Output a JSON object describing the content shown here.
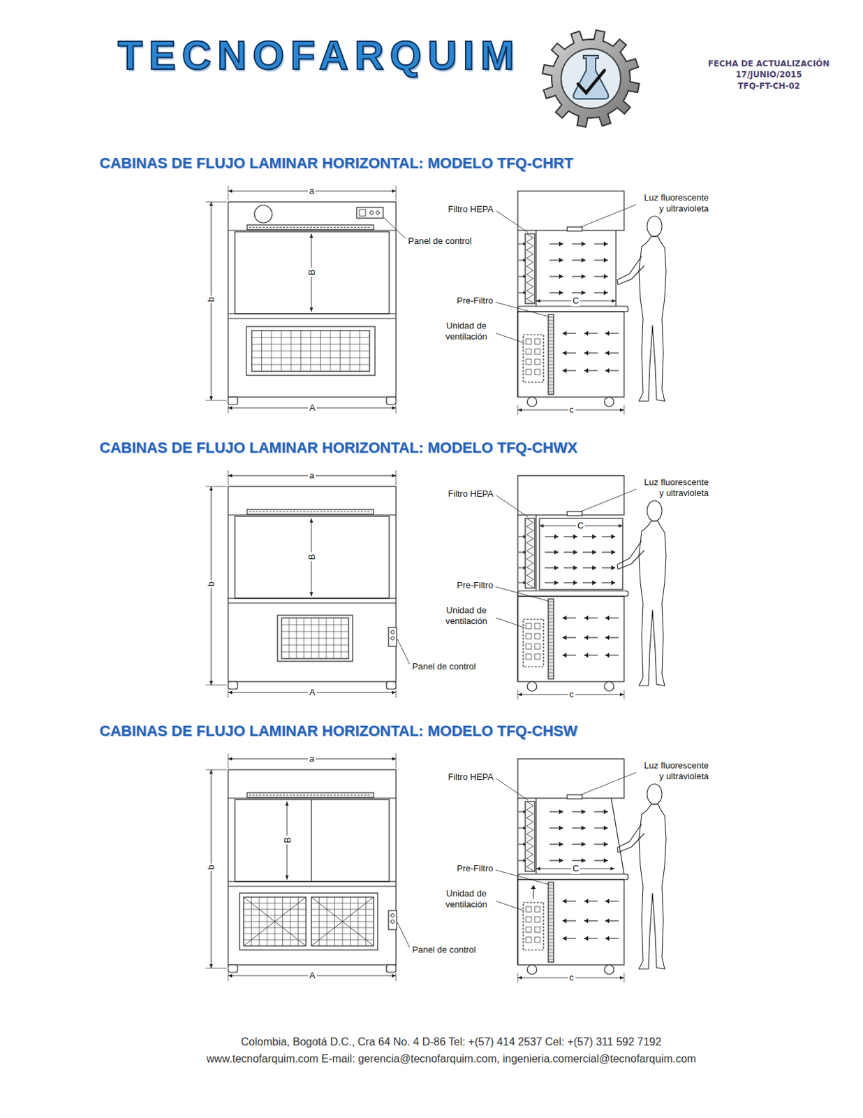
{
  "diagram": {
    "labels": [
      "TECNOFARQUIM",
      "FECHA DE ACTUALIZACIÓN",
      "17/JUNIO/2015",
      "TFQ-FT-CH-02",
      "CABINAS DE FLUJO LAMINAR HORIZONTAL: MODELO TFQ-CHRT",
      "a",
      "b",
      "B",
      "A",
      "Panel de control",
      "Luz fluorescente y ultravioleta",
      "Filtro HEPA",
      "Pre-Filtro",
      "Unidad de ventilación",
      "C",
      "c",
      "CABINAS DE FLUJO LAMINAR HORIZONTAL: MODELO TFQ-CHWX",
      "a",
      "b",
      "B",
      "A",
      "Panel de control",
      "Luz fluorescente y ultravioleta",
      "Filtro HEPA",
      "Pre-Filtro",
      "Unidad de ventilación",
      "C",
      "c",
      "CABINAS DE FLUJO LAMINAR HORIZONTAL: MODELO TFQ-CHSW",
      "a",
      "b",
      "B",
      "A",
      "Panel de control",
      "Luz fluorescente y ultravioleta",
      "Filtro HEPA",
      "Pre-Filtro",
      "Unidad de ventilación",
      "C",
      "c",
      "Colombia, Bogotá D.C., Cra 64 No. 4 D-86 Tel: +(57) 414 2537 Cel: +(57) 311 592 7192",
      "www.tecnofarquim.com E-mail: gerencia@tecnofarquim.com, ingenieria.comercial@tecnofarquim.com"
    ]
  }
}
